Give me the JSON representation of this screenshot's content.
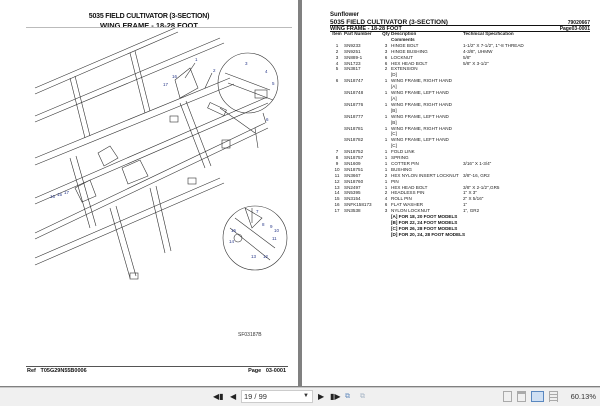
{
  "left_page": {
    "title": "5035 FIELD CULTIVATOR (3-SECTION)",
    "subtitle": "WING FRAME - 18-28 FOOT",
    "figure_id": "SF03187B",
    "footer": {
      "ref_label": "Ref",
      "ref_value": "T05G29N55B0006",
      "page_label": "Page",
      "page_value": "03-0001"
    },
    "callouts": [
      "1",
      "2",
      "3",
      "4",
      "5",
      "6",
      "7",
      "8",
      "9",
      "10",
      "11",
      "12",
      "13",
      "14",
      "15",
      "16",
      "17"
    ]
  },
  "right_page": {
    "brand": "Sunflower",
    "title": "5035 FIELD CULTIVATOR (3-SECTION)",
    "doc_number": "79020667",
    "subtitle": "WING FRAME - 18-28 FOOT",
    "page_ref": "Page03-0001",
    "columns": {
      "item": "Item",
      "part_number": "Part Number",
      "qty": "Qty",
      "description": "Description",
      "comments": "Comments",
      "tech_spec": "Technical Specification"
    },
    "rows": [
      {
        "item": "1",
        "part": "SN9233",
        "qty": "3",
        "desc": "HINGE BOLT",
        "spec": "1-1/2\" X 7-1/2\", 1\"-8 THREAD"
      },
      {
        "item": "2",
        "part": "SN9251",
        "qty": "3",
        "desc": "HINGE BUSHING",
        "spec": "4-3/8\", UHMW"
      },
      {
        "item": "3",
        "part": "SN889-1",
        "qty": "6",
        "desc": "LOCKNUT",
        "spec": "5/8\""
      },
      {
        "item": "4",
        "part": "SN1723",
        "qty": "6",
        "desc": "HEX HEAD BOLT",
        "spec": "5/8\" X 3-1/2\""
      },
      {
        "item": "5",
        "part": "SN3817",
        "qty": "2",
        "desc": "EXTENSION",
        "spec": ""
      },
      {
        "item": "",
        "part": "",
        "qty": "",
        "desc": "[D]",
        "spec": ""
      },
      {
        "item": "6",
        "part": "SN18747",
        "qty": "1",
        "desc": "WING FRAME, RIGHT HAND",
        "spec": ""
      },
      {
        "item": "",
        "part": "",
        "qty": "",
        "desc": "[A]",
        "spec": ""
      },
      {
        "item": "",
        "part": "SN18748",
        "qty": "1",
        "desc": "WING FRAME, LEFT HAND",
        "spec": ""
      },
      {
        "item": "",
        "part": "",
        "qty": "",
        "desc": "[A]",
        "spec": ""
      },
      {
        "item": "",
        "part": "SN18776",
        "qty": "1",
        "desc": "WING FRAME, RIGHT HAND",
        "spec": ""
      },
      {
        "item": "",
        "part": "",
        "qty": "",
        "desc": "[B]",
        "spec": ""
      },
      {
        "item": "",
        "part": "SN18777",
        "qty": "1",
        "desc": "WING FRAME, LEFT HAND",
        "spec": ""
      },
      {
        "item": "",
        "part": "",
        "qty": "",
        "desc": "[B]",
        "spec": ""
      },
      {
        "item": "",
        "part": "SN18781",
        "qty": "1",
        "desc": "WING FRAME, RIGHT HAND",
        "spec": ""
      },
      {
        "item": "",
        "part": "",
        "qty": "",
        "desc": "[C]",
        "spec": ""
      },
      {
        "item": "",
        "part": "SN18782",
        "qty": "1",
        "desc": "WING FRAME, LEFT HAND",
        "spec": ""
      },
      {
        "item": "",
        "part": "",
        "qty": "",
        "desc": "[C]",
        "spec": ""
      },
      {
        "item": "7",
        "part": "SN18752",
        "qty": "1",
        "desc": "FOLD LINK",
        "spec": ""
      },
      {
        "item": "8",
        "part": "SN18757",
        "qty": "1",
        "desc": "SPRING",
        "spec": ""
      },
      {
        "item": "9",
        "part": "SN1609",
        "qty": "1",
        "desc": "COTTER PIN",
        "spec": "3/16\" X 1-3/4\""
      },
      {
        "item": "10",
        "part": "SN18751",
        "qty": "1",
        "desc": "BUSHING",
        "spec": ""
      },
      {
        "item": "11",
        "part": "SN3667",
        "qty": "2",
        "desc": "HEX NYLON INSERT LOCKNUT",
        "spec": "3/8\"-16, GR2"
      },
      {
        "item": "12",
        "part": "SN18760",
        "qty": "1",
        "desc": "PIN",
        "spec": ""
      },
      {
        "item": "13",
        "part": "SN2497",
        "qty": "1",
        "desc": "HEX HEAD BOLT",
        "spec": "3/8\" X 2-1/2\",GR5"
      },
      {
        "item": "14",
        "part": "SN5395",
        "qty": "2",
        "desc": "HEADLESS PIN",
        "spec": "1\" X 3\""
      },
      {
        "item": "15",
        "part": "SN3154",
        "qty": "4",
        "desc": "ROLL PIN",
        "spec": "2\" X 5/16\""
      },
      {
        "item": "16",
        "part": "SNFK158173",
        "qty": "6",
        "desc": "FLAT WASHER",
        "spec": "1\""
      },
      {
        "item": "17",
        "part": "SN3538",
        "qty": "3",
        "desc": "NYLON LOCKNUT",
        "spec": "1\", GR2"
      }
    ],
    "notes": [
      "[A] FOR 18, 20 FOOT MODELS",
      "[B] FOR 22, 24 FOOT MODELS",
      "[C] FOR 26, 28 FOOT MODELS",
      "[D] FOR 20, 24, 28 FOOT MODELS"
    ]
  },
  "toolbar": {
    "first_page_icon": "first-page-icon",
    "prev_page_icon": "prev-page-icon",
    "page_display": "19 / 99",
    "current_page": "19",
    "total_pages": "99",
    "next_page_icon": "next-page-icon",
    "last_page_icon": "last-page-icon",
    "zoom_level": "60.13%",
    "accent_color": "#4a7fc1"
  }
}
